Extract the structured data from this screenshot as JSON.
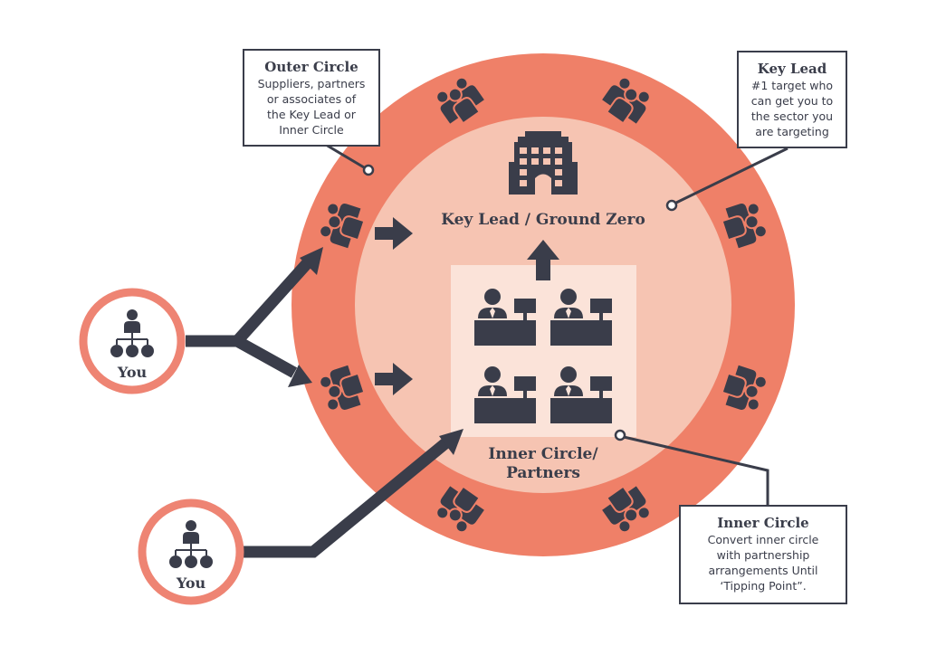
{
  "colors": {
    "outer_ring": "#ef8068",
    "inner_disc": "#f6c4b2",
    "inner_box": "#fbe3d9",
    "dark": "#3a3d4a",
    "you_ring": "#ee8473"
  },
  "labels": {
    "key_lead_ground_zero": "Key Lead / Ground Zero",
    "inner_circle_partners_line1": "Inner Circle/",
    "inner_circle_partners_line2": "Partners",
    "you_top": "You",
    "you_bottom": "You"
  },
  "callouts": {
    "outer_circle": {
      "title": "Outer Circle",
      "lines": [
        "Suppliers, partners",
        "or associates of",
        "the Key Lead or",
        "Inner Circle"
      ]
    },
    "key_lead": {
      "title": "Key Lead",
      "lines": [
        "#1  target who",
        "can get you to",
        "the sector you",
        "are targeting"
      ]
    },
    "inner_circle": {
      "title": "Inner Circle",
      "lines": [
        "Convert inner circle",
        "with partnership",
        "arrangements Until",
        "‘Tipping Point”."
      ]
    }
  },
  "icons": {
    "ring_groups": "people-group-icon",
    "building": "office-building-icon",
    "desks": "desk-worker-icon",
    "you": "org-chart-person-icon"
  }
}
